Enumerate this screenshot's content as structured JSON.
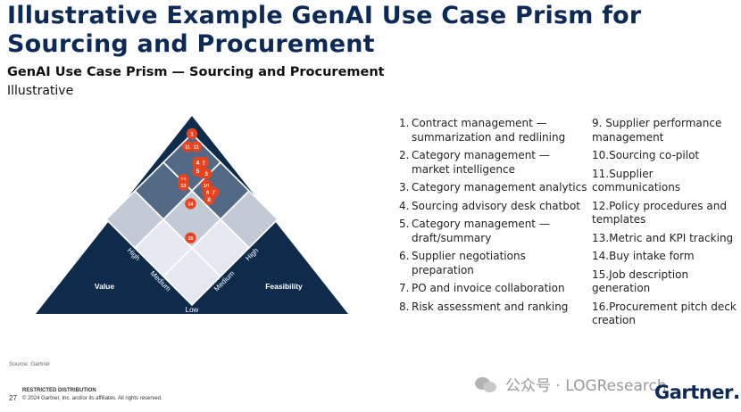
{
  "title": "Illustrative Example GenAI Use Case Prism for Sourcing and Procurement",
  "subtitle": "GenAI Use Case Prism — Sourcing and Procurement",
  "note": "Illustrative",
  "prism": {
    "axis_left": "Value",
    "axis_right": "Feasibility",
    "left_ticks": [
      "High",
      "Medium"
    ],
    "right_ticks": [
      "Medium",
      "High"
    ],
    "bottom_tick": "Low",
    "colors": {
      "outer": "#0f2b4c",
      "dark_cell": "#536a87",
      "mid_cell": "#c2cad6",
      "light_cell": "#e5e9ef",
      "marker": "#e8431f"
    },
    "markers": [
      {
        "id": "1",
        "value": 3,
        "feasibility": 3
      },
      {
        "id": "11",
        "value": 2.7,
        "feasibility": 2.85
      },
      {
        "id": "11",
        "value": 2.85,
        "feasibility": 2.7
      },
      {
        "id": "2",
        "value": 2.7,
        "feasibility": 2.3
      },
      {
        "id": "4",
        "value": 2.6,
        "feasibility": 2.4
      },
      {
        "id": "9",
        "value": 2.5,
        "feasibility": 2.15
      },
      {
        "id": "3",
        "value": 2.55,
        "feasibility": 2.05
      },
      {
        "id": "5",
        "value": 2.45,
        "feasibility": 2.25
      },
      {
        "id": "10",
        "value": 2.35,
        "feasibility": 1.85
      },
      {
        "id": "7",
        "value": 2.35,
        "feasibility": 1.6
      },
      {
        "id": "6",
        "value": 2.25,
        "feasibility": 1.7
      },
      {
        "id": "8",
        "value": 2.15,
        "feasibility": 1.55
      },
      {
        "id": "12",
        "value": 2.05,
        "feasibility": 2.35
      },
      {
        "id": "13",
        "value": 1.95,
        "feasibility": 2.25
      },
      {
        "id": "14",
        "value": 1.75,
        "feasibility": 1.8
      },
      {
        "id": "15",
        "value": 1.15,
        "feasibility": 1.2
      }
    ]
  },
  "use_cases_left": [
    {
      "num": "1.",
      "text": "Contract management — summarization and redlining"
    },
    {
      "num": "2.",
      "text": "Category management — market intelligence"
    },
    {
      "num": "3.",
      "text": "Category management analytics"
    },
    {
      "num": "4.",
      "text": "Sourcing advisory desk chatbot"
    },
    {
      "num": "5.",
      "text": "Category management — draft/summary"
    },
    {
      "num": "6.",
      "text": "Supplier negotiations preparation"
    },
    {
      "num": "7.",
      "text": "PO and invoice collaboration"
    },
    {
      "num": "8.",
      "text": "Risk assessment and ranking"
    }
  ],
  "use_cases_right": [
    {
      "num": "9. ",
      "text": "Supplier performance management"
    },
    {
      "num": "10.",
      "text": "Sourcing co-pilot"
    },
    {
      "num": "11.",
      "text": "Supplier communications"
    },
    {
      "num": "12.",
      "text": "Policy procedures and templates"
    },
    {
      "num": "13.",
      "text": "Metric and KPI tracking"
    },
    {
      "num": "14.",
      "text": "Buy intake form"
    },
    {
      "num": "15.",
      "text": "Job description generation"
    },
    {
      "num": "16.",
      "text": "Procurement pitch deck creation"
    }
  ],
  "source": "Source: Gartner",
  "footer": {
    "page": "27",
    "restricted": "RESTRICTED DISTRIBUTION",
    "copyright": "© 2024 Gartner, Inc. and/or its affiliates. All rights reserved."
  },
  "watermark": "公众号 · LOGResearch",
  "logo": "Gartner",
  "logo_mark": "."
}
